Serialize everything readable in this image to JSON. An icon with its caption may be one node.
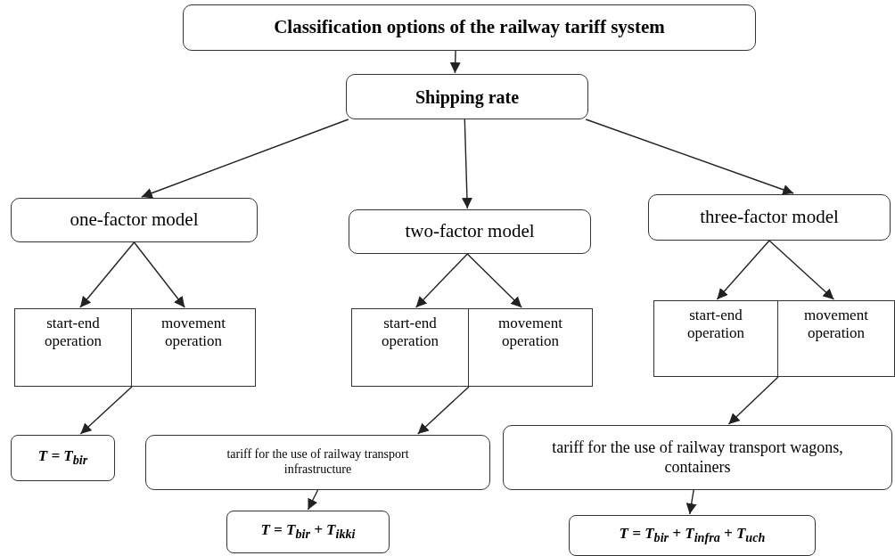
{
  "diagram": {
    "nodes": [
      {
        "text": [
          "Classification options of the railway tariff system"
        ]
      },
      {
        "text": [
          "Shipping rate"
        ]
      },
      {
        "text": [
          "one-factor model"
        ]
      },
      {
        "text": [
          "two-factor model"
        ]
      },
      {
        "text": [
          "three-factor model"
        ]
      },
      {
        "text": [
          "start-end operation"
        ]
      },
      {
        "text": [
          "movement operation"
        ]
      },
      {
        "text": [
          "start-end operation"
        ]
      },
      {
        "text": [
          "movement operation"
        ]
      },
      {
        "text": [
          "start-end operation"
        ]
      },
      {
        "text": [
          "movement operation"
        ]
      },
      {
        "text": [
          "T = T$_{bir}$"
        ]
      },
      {
        "text": [
          "tariff for the use of railway transport infrastructure"
        ]
      },
      {
        "text": [
          "T = T$_{bir}$ + T$_{ikki}$"
        ]
      },
      {
        "text": [
          "tariff for the use of railway transport wagons, containers"
        ]
      },
      {
        "text": [
          "T = T$_{bir}$ + T$_{infra}$ + T$_{uch}$"
        ]
      }
    ],
    "edges": [
      {
        "from": 0,
        "to": 1,
        "arrow": "to"
      },
      {
        "from": 1,
        "to": 2,
        "arrow": "to"
      },
      {
        "from": 1,
        "to": 3,
        "arrow": "to"
      },
      {
        "from": 1,
        "to": 4,
        "arrow": "to"
      },
      {
        "from": 2,
        "to": 5,
        "arrow": "to"
      },
      {
        "from": 2,
        "to": 6,
        "arrow": "to"
      },
      {
        "from": 3,
        "to": 7,
        "arrow": "to"
      },
      {
        "from": 3,
        "to": 8,
        "arrow": "to"
      },
      {
        "from": 4,
        "to": 9,
        "arrow": "to"
      },
      {
        "from": 4,
        "to": 10,
        "arrow": "to"
      },
      {
        "from": 5,
        "to": 11,
        "arrow": "to"
      },
      {
        "from": 7,
        "to": 12,
        "arrow": "to"
      },
      {
        "from": 9,
        "to": 14,
        "arrow": "to"
      },
      {
        "from": 12,
        "to": 13,
        "arrow": "to"
      },
      {
        "from": 14,
        "to": 15,
        "arrow": "to"
      }
    ]
  }
}
